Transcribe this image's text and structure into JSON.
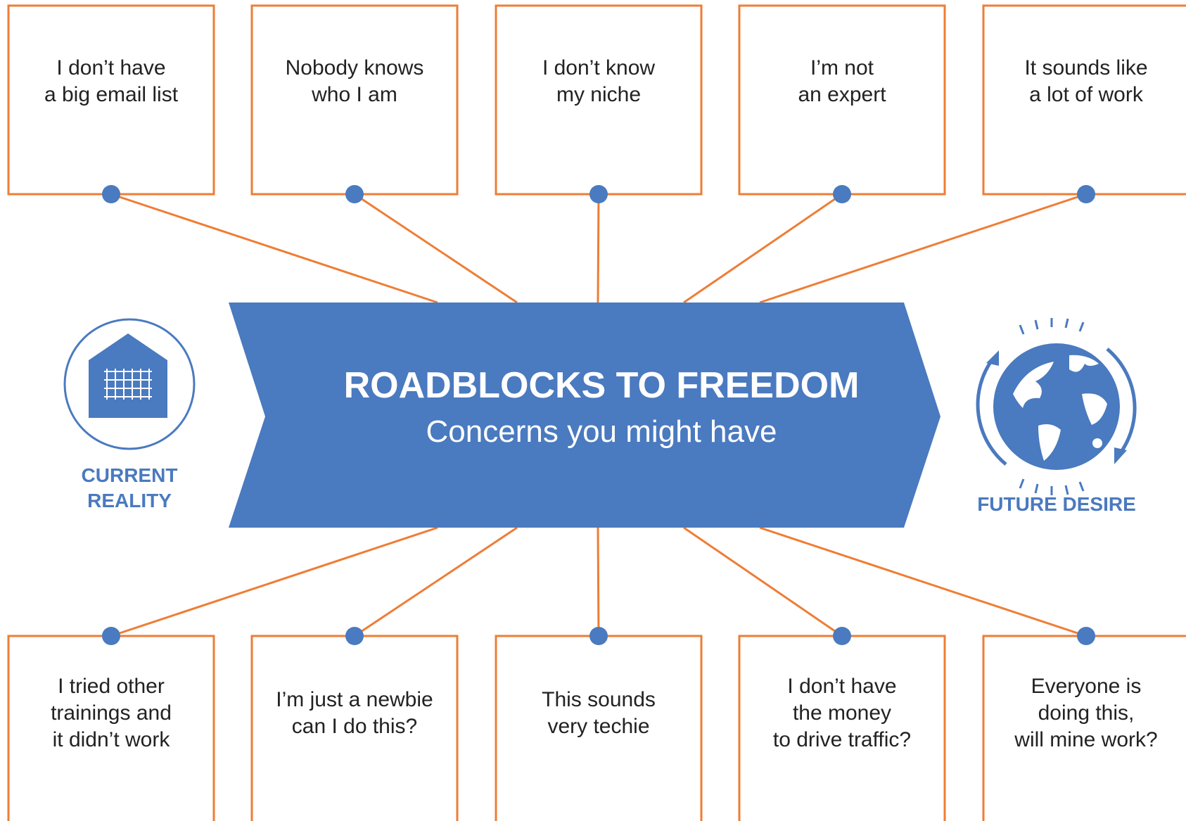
{
  "colors": {
    "accent_orange": "#EE7D36",
    "brand_blue": "#4A7ABF",
    "text_dark": "#222222",
    "white": "#FFFFFF"
  },
  "header": {
    "title": "ROADBLOCKS TO FREEDOM",
    "subtitle": "Concerns you might have"
  },
  "left_panel": {
    "icon": "house-grid-icon",
    "label": "CURRENT\nREALITY"
  },
  "right_panel": {
    "icon": "globe-icon",
    "label": "FUTURE DESIRE"
  },
  "top_concerns": [
    "I don’t have\na big email list",
    "Nobody knows\nwho I am",
    "I don’t know\nmy niche",
    "I’m not\nan expert",
    "It sounds like\na lot of work"
  ],
  "bottom_concerns": [
    "I tried other\ntrainings and\nit didn’t work",
    "I’m just a newbie\ncan I do this?",
    "This sounds\nvery techie",
    "I don’t have\nthe money\nto drive traffic?",
    "Everyone is\ndoing this,\nwill mine work?"
  ]
}
